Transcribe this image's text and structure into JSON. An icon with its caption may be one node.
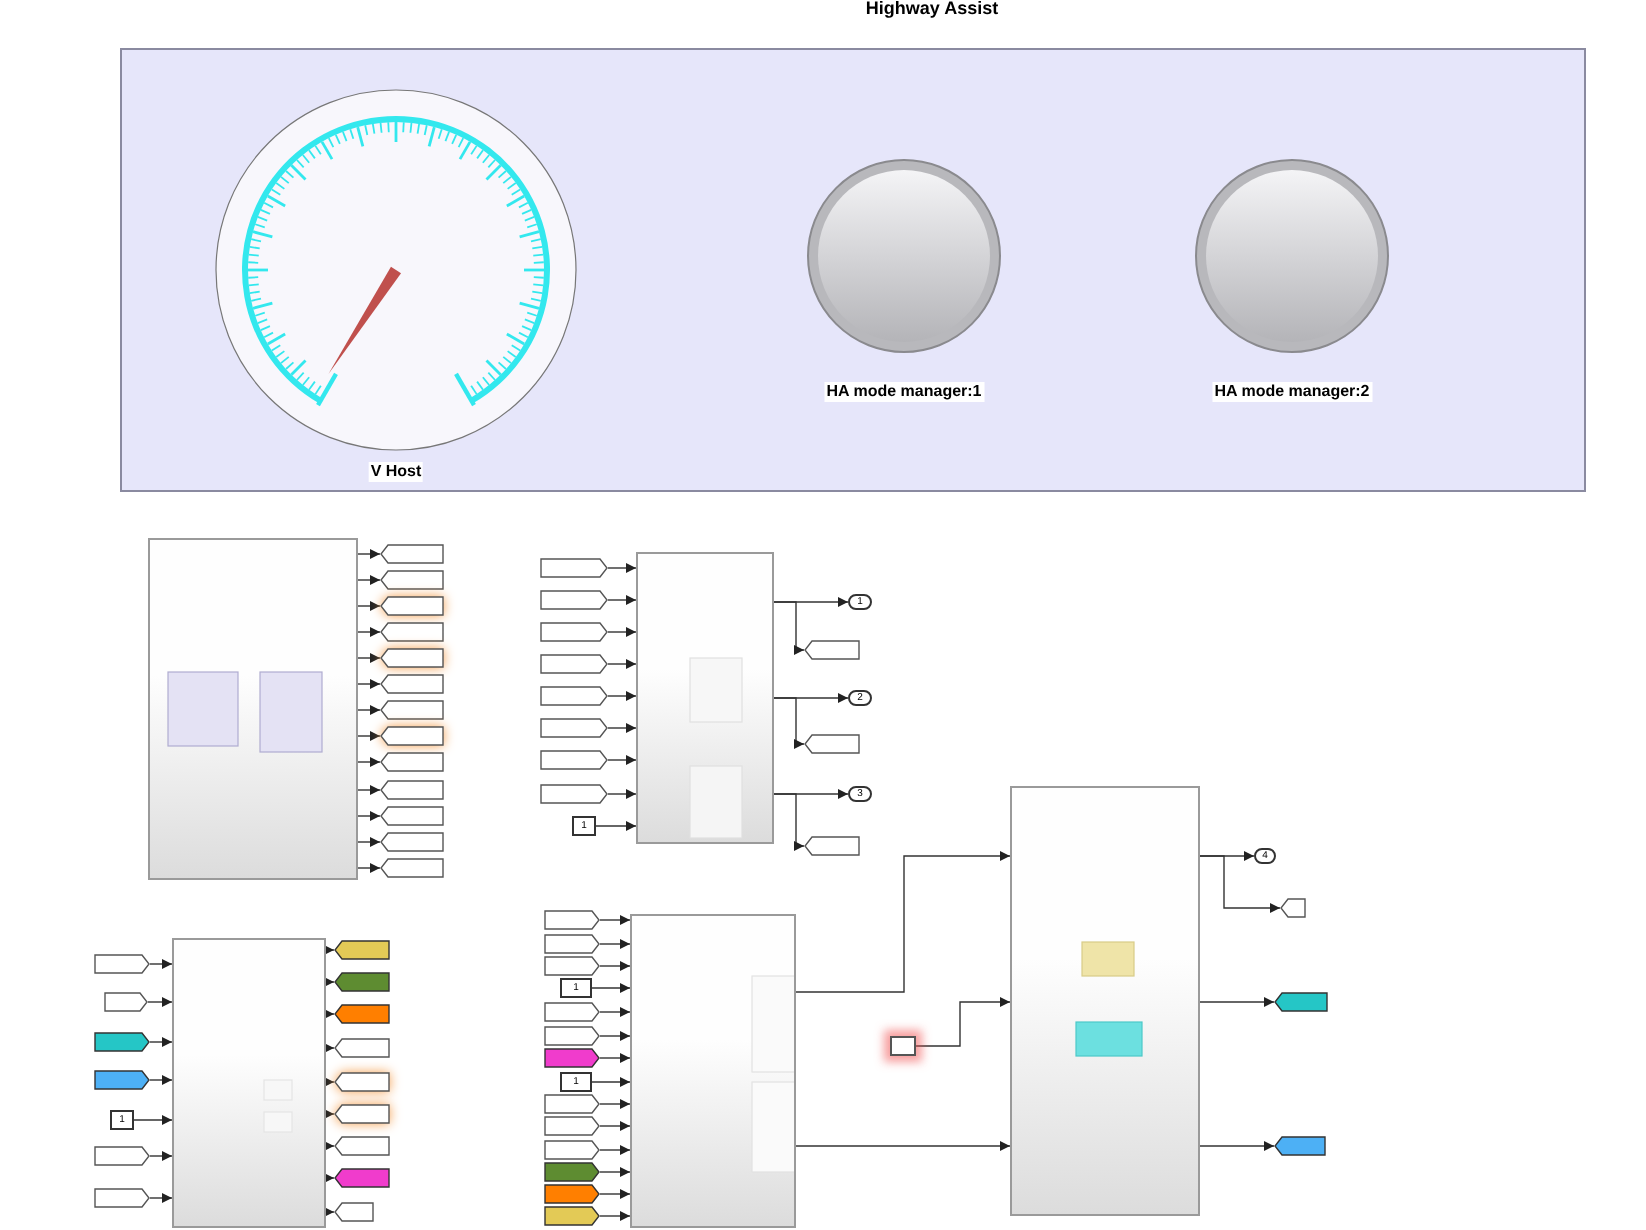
{
  "diagram": {
    "title": "Highway Assist",
    "nodes": [
      {
        "text": [],
        "shape": "box"
      },
      {
        "text": [
          "V Host"
        ],
        "in": 0
      },
      {
        "text": [
          "HA mode manager:1"
        ],
        "in": 0
      },
      {
        "text": [
          "HA mode manager:2"
        ],
        "in": 0
      },
      {
        "text": [],
        "shape": "box"
      },
      {
        "text": [],
        "shape": "tag"
      },
      {
        "text": [],
        "shape": "tag"
      },
      {
        "text": [],
        "shape": "tag"
      },
      {
        "text": [],
        "shape": "tag"
      },
      {
        "text": [],
        "shape": "tag"
      },
      {
        "text": [],
        "shape": "tag"
      },
      {
        "text": [],
        "shape": "tag"
      },
      {
        "text": [],
        "shape": "tag"
      },
      {
        "text": [],
        "shape": "tag"
      },
      {
        "text": [],
        "shape": "tag"
      },
      {
        "text": [],
        "shape": "tag"
      },
      {
        "text": [],
        "shape": "tag"
      },
      {
        "text": [],
        "shape": "tag"
      },
      {
        "text": [],
        "shape": "box"
      },
      {
        "text": [],
        "shape": "tag"
      },
      {
        "text": [],
        "shape": "tag"
      },
      {
        "text": [],
        "shape": "tag"
      },
      {
        "text": [],
        "shape": "tag"
      },
      {
        "text": [],
        "shape": "tag"
      },
      {
        "text": [],
        "shape": "tag"
      },
      {
        "text": [],
        "shape": "tag"
      },
      {
        "text": [],
        "shape": "tag"
      },
      {
        "text": [
          "1"
        ]
      },
      {
        "text": [
          "1"
        ]
      },
      {
        "text": [],
        "shape": "tag"
      },
      {
        "text": [
          "2"
        ]
      },
      {
        "text": [],
        "shape": "tag"
      },
      {
        "text": [
          "3"
        ]
      },
      {
        "text": [],
        "shape": "tag"
      },
      {
        "text": [],
        "shape": "box"
      },
      {
        "text": [],
        "shape": "tag"
      },
      {
        "text": [],
        "shape": "tag"
      },
      {
        "text": [],
        "shape": "tag"
      },
      {
        "text": [],
        "shape": "tag"
      },
      {
        "text": [
          "1"
        ]
      },
      {
        "text": [],
        "shape": "tag"
      },
      {
        "text": [],
        "shape": "tag"
      },
      {
        "text": [],
        "shape": "tag"
      },
      {
        "text": [],
        "shape": "tag"
      },
      {
        "text": [],
        "shape": "tag"
      },
      {
        "text": [],
        "shape": "tag"
      },
      {
        "text": [],
        "shape": "tag"
      },
      {
        "text": [],
        "shape": "tag"
      },
      {
        "text": [],
        "shape": "tag"
      },
      {
        "text": [],
        "shape": "tag"
      },
      {
        "text": [],
        "shape": "tag"
      },
      {
        "text": [],
        "shape": "box"
      },
      {
        "text": [],
        "shape": "tag"
      },
      {
        "text": [],
        "shape": "tag"
      },
      {
        "text": [],
        "shape": "tag"
      },
      {
        "text": [
          "1"
        ]
      },
      {
        "text": [],
        "shape": "tag"
      },
      {
        "text": [],
        "shape": "tag"
      },
      {
        "text": [],
        "shape": "tag"
      },
      {
        "text": [
          "1"
        ]
      },
      {
        "text": [],
        "shape": "tag"
      },
      {
        "text": [],
        "shape": "tag"
      },
      {
        "text": [],
        "shape": "tag"
      },
      {
        "text": [],
        "shape": "tag"
      },
      {
        "text": [],
        "shape": "tag"
      },
      {
        "text": [],
        "shape": "tag"
      },
      {
        "text": [],
        "shape": "box"
      },
      {
        "text": [],
        "shape": "box"
      },
      {
        "text": [
          "4"
        ]
      },
      {
        "text": [],
        "shape": "tag"
      },
      {
        "text": [],
        "shape": "tag"
      },
      {
        "text": [],
        "shape": "tag"
      }
    ],
    "edges": [
      {
        "from": 4,
        "to": 5,
        "arrow": "to"
      },
      {
        "from": 4,
        "to": 6,
        "arrow": "to"
      },
      {
        "from": 4,
        "to": 7,
        "arrow": "to"
      },
      {
        "from": 4,
        "to": 8,
        "arrow": "to"
      },
      {
        "from": 4,
        "to": 9,
        "arrow": "to"
      },
      {
        "from": 4,
        "to": 10,
        "arrow": "to"
      },
      {
        "from": 4,
        "to": 11,
        "arrow": "to"
      },
      {
        "from": 4,
        "to": 12,
        "arrow": "to"
      },
      {
        "from": 4,
        "to": 13,
        "arrow": "to"
      },
      {
        "from": 4,
        "to": 14,
        "arrow": "to"
      },
      {
        "from": 4,
        "to": 15,
        "arrow": "to"
      },
      {
        "from": 4,
        "to": 16,
        "arrow": "to"
      },
      {
        "from": 4,
        "to": 17,
        "arrow": "to"
      },
      {
        "from": 19,
        "to": 18,
        "arrow": "to"
      },
      {
        "from": 20,
        "to": 18,
        "arrow": "to"
      },
      {
        "from": 21,
        "to": 18,
        "arrow": "to"
      },
      {
        "from": 22,
        "to": 18,
        "arrow": "to"
      },
      {
        "from": 23,
        "to": 18,
        "arrow": "to"
      },
      {
        "from": 24,
        "to": 18,
        "arrow": "to"
      },
      {
        "from": 25,
        "to": 18,
        "arrow": "to"
      },
      {
        "from": 26,
        "to": 18,
        "arrow": "to"
      },
      {
        "from": 27,
        "to": 18,
        "arrow": "to"
      },
      {
        "from": 18,
        "to": 28,
        "arrow": "to"
      },
      {
        "from": 18,
        "to": 29,
        "arrow": "to"
      },
      {
        "from": 18,
        "to": 30,
        "arrow": "to"
      },
      {
        "from": 18,
        "to": 31,
        "arrow": "to"
      },
      {
        "from": 18,
        "to": 32,
        "arrow": "to"
      },
      {
        "from": 18,
        "to": 33,
        "arrow": "to"
      },
      {
        "from": 35,
        "to": 34,
        "arrow": "to"
      },
      {
        "from": 36,
        "to": 34,
        "arrow": "to"
      },
      {
        "from": 37,
        "to": 34,
        "arrow": "to"
      },
      {
        "from": 38,
        "to": 34,
        "arrow": "to"
      },
      {
        "from": 39,
        "to": 34,
        "arrow": "to"
      },
      {
        "from": 40,
        "to": 34,
        "arrow": "to"
      },
      {
        "from": 41,
        "to": 34,
        "arrow": "to"
      },
      {
        "from": 34,
        "to": 42,
        "arrow": "to"
      },
      {
        "from": 34,
        "to": 43,
        "arrow": "to"
      },
      {
        "from": 34,
        "to": 44,
        "arrow": "to"
      },
      {
        "from": 34,
        "to": 45,
        "arrow": "to"
      },
      {
        "from": 34,
        "to": 46,
        "arrow": "to"
      },
      {
        "from": 34,
        "to": 47,
        "arrow": "to"
      },
      {
        "from": 34,
        "to": 48,
        "arrow": "to"
      },
      {
        "from": 34,
        "to": 49,
        "arrow": "to"
      },
      {
        "from": 34,
        "to": 50,
        "arrow": "to"
      },
      {
        "from": 52,
        "to": 51,
        "arrow": "to"
      },
      {
        "from": 53,
        "to": 51,
        "arrow": "to"
      },
      {
        "from": 54,
        "to": 51,
        "arrow": "to"
      },
      {
        "from": 55,
        "to": 51,
        "arrow": "to"
      },
      {
        "from": 56,
        "to": 51,
        "arrow": "to"
      },
      {
        "from": 57,
        "to": 51,
        "arrow": "to"
      },
      {
        "from": 58,
        "to": 51,
        "arrow": "to"
      },
      {
        "from": 59,
        "to": 51,
        "arrow": "to"
      },
      {
        "from": 60,
        "to": 51,
        "arrow": "to"
      },
      {
        "from": 61,
        "to": 51,
        "arrow": "to"
      },
      {
        "from": 62,
        "to": 51,
        "arrow": "to"
      },
      {
        "from": 63,
        "to": 51,
        "arrow": "to"
      },
      {
        "from": 64,
        "to": 51,
        "arrow": "to"
      },
      {
        "from": 65,
        "to": 51,
        "arrow": "to"
      },
      {
        "from": 51,
        "to": 67,
        "arrow": "to"
      },
      {
        "from": 51,
        "to": 67,
        "arrow": "to"
      },
      {
        "from": 66,
        "to": 67,
        "arrow": "to"
      },
      {
        "from": 67,
        "to": 68,
        "arrow": "to"
      },
      {
        "from": 67,
        "to": 69,
        "arrow": "to"
      },
      {
        "from": 67,
        "to": 70,
        "arrow": "to"
      },
      {
        "from": 67,
        "to": 71,
        "arrow": "to"
      }
    ]
  }
}
